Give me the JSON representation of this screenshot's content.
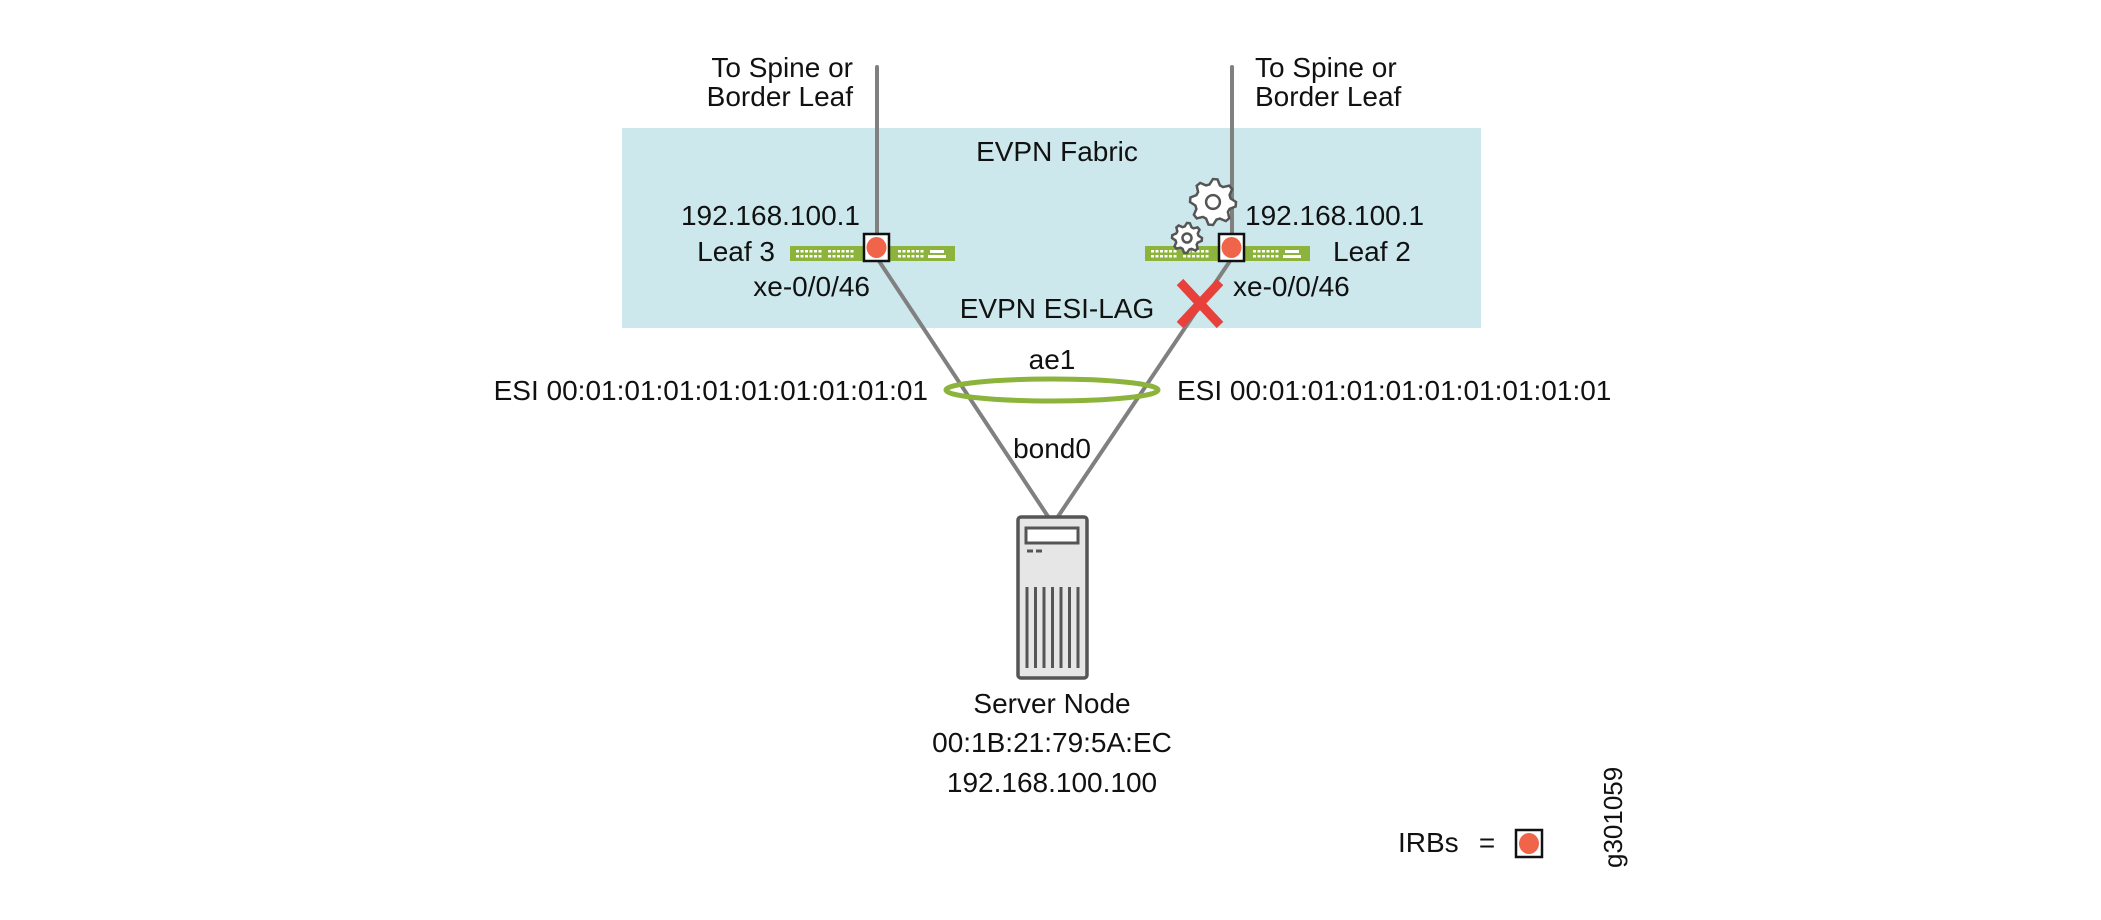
{
  "figure_id": "g301059",
  "fabric": {
    "label": "EVPN Fabric",
    "esi_lag_label": "EVPN ESI-LAG",
    "background_color": "#cce8ec"
  },
  "uplinks": {
    "left_label_line1": "To Spine or",
    "left_label_line2": "Border Leaf",
    "right_label_line1": "To Spine or",
    "right_label_line2": "Border Leaf"
  },
  "leaves": [
    {
      "name": "Leaf 3",
      "ip": "192.168.100.1",
      "interface": "xe-0/0/46",
      "esi": "ESI 00:01:01:01:01:01:01:01:01:01",
      "status": "up",
      "has_gears": false
    },
    {
      "name": "Leaf 2",
      "ip": "192.168.100.1",
      "interface": "xe-0/0/46",
      "esi": "ESI 00:01:01:01:01:01:01:01:01:01",
      "status": "link-failed",
      "has_gears": true
    }
  ],
  "lag": {
    "aggregate_interface": "ae1",
    "server_bond": "bond0"
  },
  "server": {
    "label": "Server Node",
    "mac": "00:1B:21:79:5A:EC",
    "ip": "192.168.100.100"
  },
  "legend": {
    "label": "IRBs",
    "equals": "=",
    "icon": "irb-icon"
  },
  "colors": {
    "switch": "#8cb43c",
    "irb": "#f0654a",
    "failure": "#e8403a",
    "link": "#808080"
  }
}
